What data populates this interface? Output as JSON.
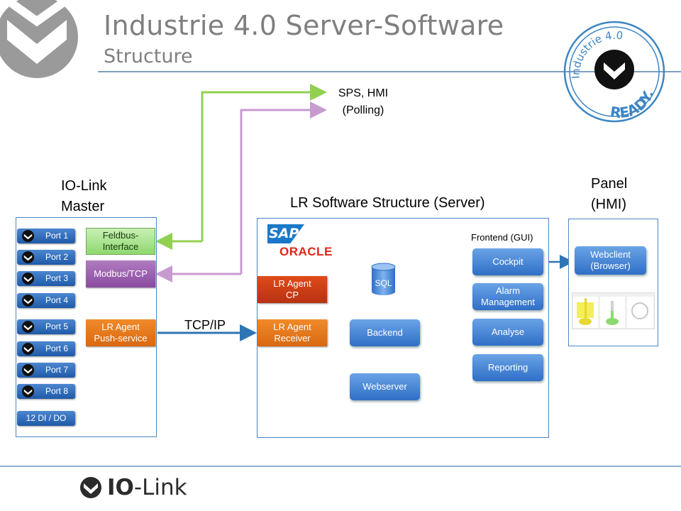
{
  "title": "Industrie 4.0 Server-Software",
  "subtitle": "Structure",
  "stamp": {
    "top_text": "Industrie 4.0",
    "bottom_text": "READY."
  },
  "labels": {
    "sps_hmi": "SPS, HMI",
    "polling": "(Polling)",
    "io_link_master_line1": "IO-Link",
    "io_link_master_line2": "Master",
    "lr_structure": "LR Software Structure (Server)",
    "panel_line1": "Panel",
    "panel_line2": "(HMI)",
    "tcp_ip": "TCP/IP",
    "frontend": "Frontend (GUI)"
  },
  "ports": [
    "Port 1",
    "Port 2",
    "Port 3",
    "Port 4",
    "Port 5",
    "Port 6",
    "Port 7",
    "Port 8"
  ],
  "di_do": "12 DI / DO",
  "master_boxes": {
    "feldbus": "Feldbus-\nInterface",
    "modbus": "Modbus/TCP",
    "lr_agent_push": "LR Agent\nPush-service"
  },
  "server": {
    "sap": "SAP",
    "oracle": "ORACLE",
    "lr_agent_cp": "LR Agent\nCP",
    "lr_agent_receiver": "LR Agent\nReceiver",
    "sql": "SQL",
    "backend": "Backend",
    "webserver": "Webserver",
    "cockpit": "Cockpit",
    "alarm": "Alarm\nManagement",
    "analyse": "Analyse",
    "reporting": "Reporting"
  },
  "panel": {
    "webclient": "Webclient\n(Browser)"
  },
  "footer": {
    "logo_io": "IO",
    "logo_link": "-Link"
  },
  "colors": {
    "title_gray": "#7f7f7f",
    "rule_blue": "#7f9fc4",
    "green_line": "#92d050",
    "purple_line": "#c79bd0",
    "blue_box": "#2f6fc6",
    "orange_box": "#e0741a",
    "red_box": "#c43a14",
    "oracle_red": "#e3231a",
    "sap_blue": "#1b78c8"
  }
}
